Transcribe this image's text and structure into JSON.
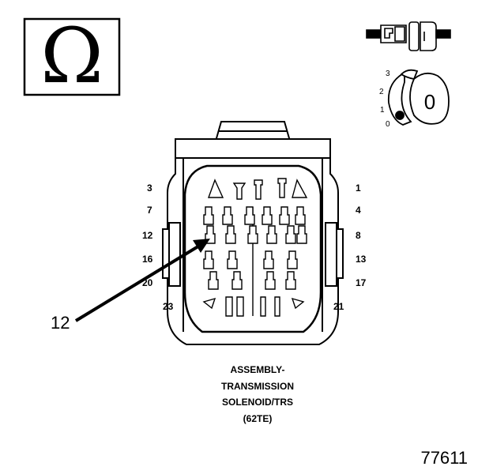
{
  "ohmmeter_symbol": {
    "glyph": "Ω",
    "icon": "ohm-icon"
  },
  "connector_side_icon": {
    "icon": "connector-icon"
  },
  "ignition_switch": {
    "icon": "ignition-key-icon",
    "positions": [
      "3",
      "2",
      "1",
      "0"
    ],
    "key_letter": "0"
  },
  "connector": {
    "pin_labels_left": [
      "3",
      "7",
      "12",
      "16",
      "20",
      "23"
    ],
    "pin_labels_right": [
      "1",
      "4",
      "8",
      "13",
      "17",
      "21"
    ]
  },
  "callout": {
    "number": "12"
  },
  "caption": {
    "lines": [
      "ASSEMBLY-",
      "TRANSMISSION",
      "SOLENOID/TRS",
      "(62TE)"
    ]
  },
  "figure_id": "77611"
}
